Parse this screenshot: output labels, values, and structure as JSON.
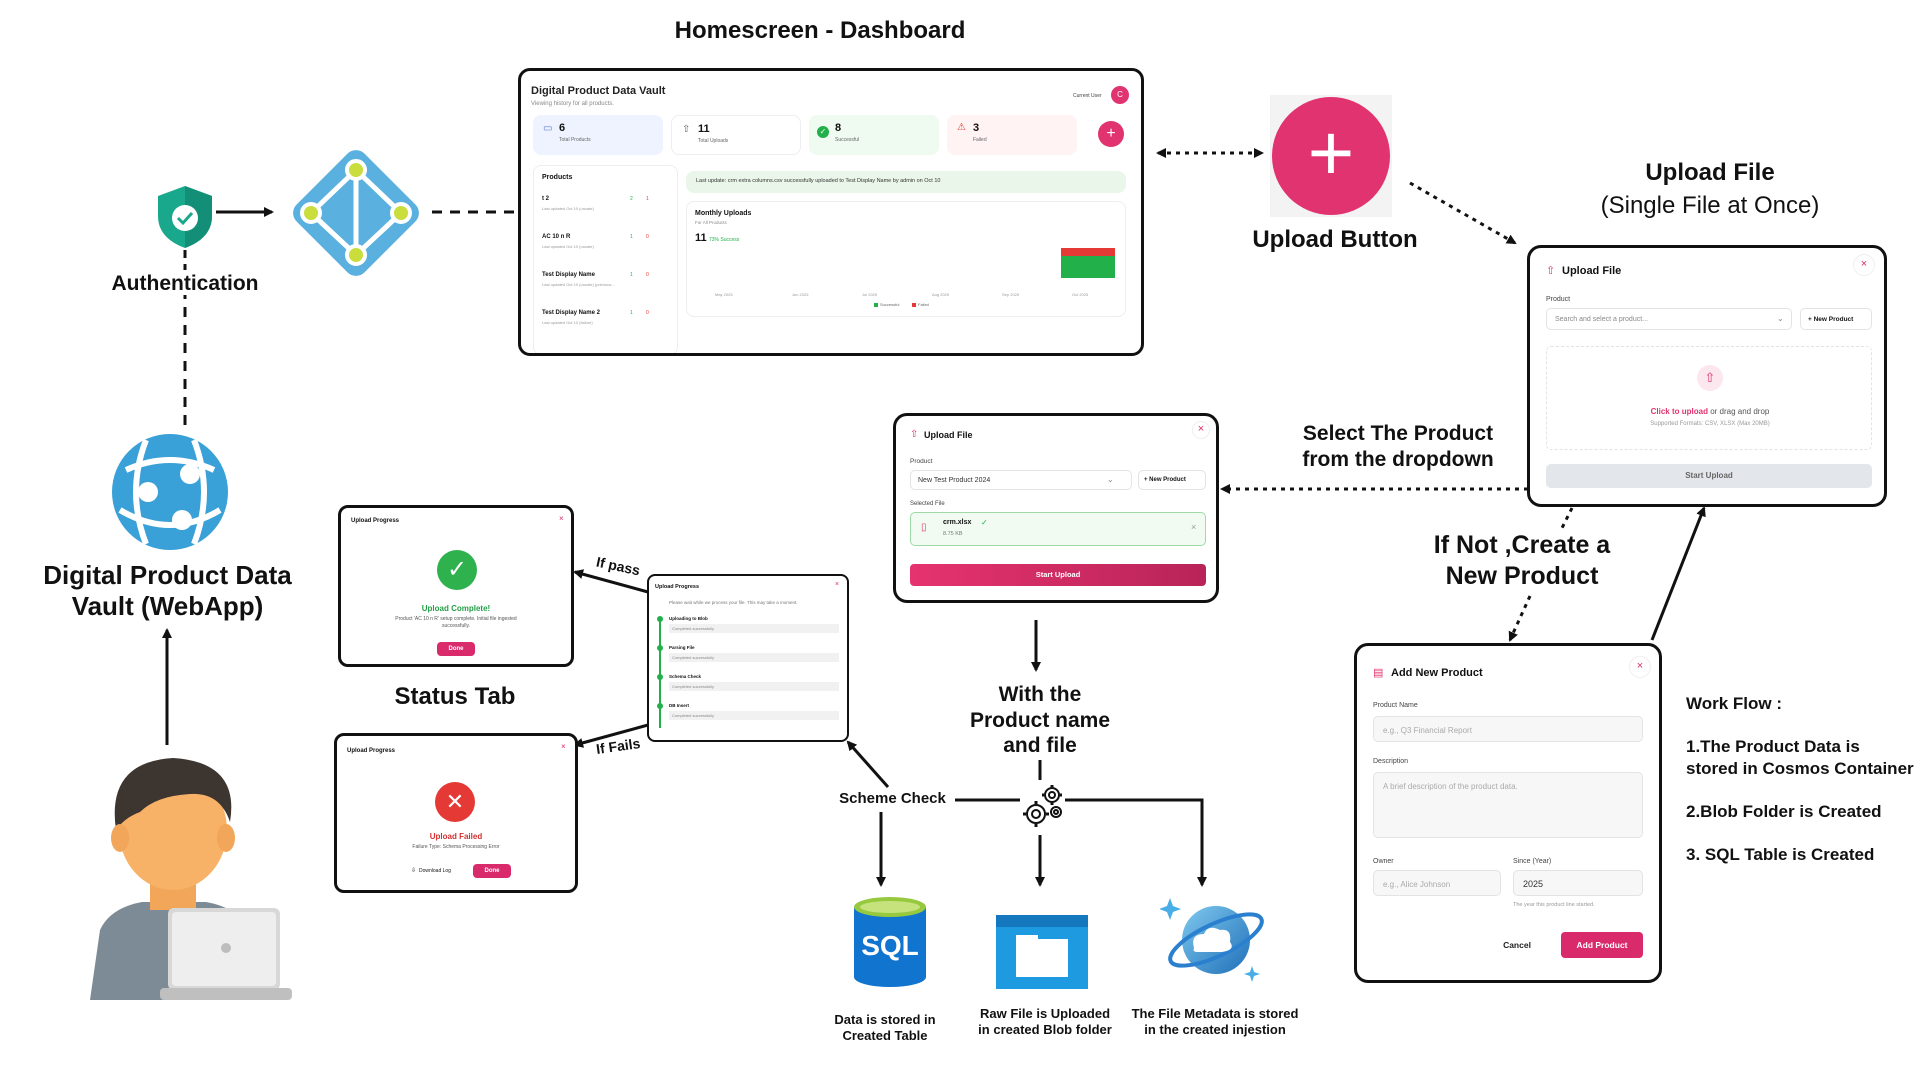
{
  "titles": {
    "dashboard": "Homescreen - Dashboard",
    "upload_button": "Upload Button",
    "upload_file_1": "Upload File",
    "upload_file_2": "(Single File at Once)",
    "authentication": "Authentication",
    "webapp_1": "Digital Product Data",
    "webapp_2": "Vault (WebApp)",
    "status_tab": "Status Tab",
    "select_product_1": "Select The Product",
    "select_product_2": "from the dropdown",
    "create_product_1": "If Not ,Create a",
    "create_product_2": "New Product",
    "with_product_1": "With the",
    "with_product_2": "Product name",
    "with_product_3": "and file",
    "scheme_check": "Scheme Check",
    "if_pass": "If pass",
    "if_fails": "If Fails",
    "sql_caption_1": "Data is stored in",
    "sql_caption_2": "Created Table",
    "blob_caption_1": "Raw File is Uploaded",
    "blob_caption_2": "in created Blob folder",
    "cosmos_caption_1": "The File Metadata is stored",
    "cosmos_caption_2": "in the created injestion"
  },
  "workflow": {
    "heading": "Work Flow :",
    "step1": "1.The Product Data is stored in Cosmos Container",
    "step2": "2.Blob Folder is Created",
    "step3": "3. SQL Table is Created"
  },
  "dashboard": {
    "app_title": "Digital Product Data Vault",
    "subtitle": "Viewing history for all products.",
    "current_user": "Current User",
    "avatar": "C",
    "stats": [
      {
        "value": "6",
        "label": "Total Products"
      },
      {
        "value": "11",
        "label": "Total Uploads"
      },
      {
        "value": "8",
        "label": "Successful"
      },
      {
        "value": "3",
        "label": "Failed"
      }
    ],
    "products_heading": "Products",
    "products": [
      {
        "name": "t 2",
        "meta": "Last updated Oct 10 (uncate)",
        "ok": "2",
        "fail": "1"
      },
      {
        "name": "AC 10 n R",
        "meta": "Last updated Oct 10 (uncate)",
        "ok": "1",
        "fail": "0"
      },
      {
        "name": "Test Display Name",
        "meta": "Last updated Oct 10 (uncate) (previous...",
        "ok": "1",
        "fail": "0"
      },
      {
        "name": "Test Display Name 2",
        "meta": "Last updated Oct 10 (failure)",
        "ok": "1",
        "fail": "0"
      }
    ],
    "last_update": "Last update: crm extra columns.csv successfully uploaded to Test Display Name by admin on Oct 10",
    "monthly_title": "Monthly Uploads",
    "monthly_sub": "For All Products",
    "monthly_total": "11",
    "monthly_success": "73% Success",
    "months": [
      "May 2025",
      "Jun 2025",
      "Jul 2025",
      "Aug 2025",
      "Sep 2025",
      "Oct 2025"
    ],
    "legend_success": "Successful",
    "legend_failed": "Failed",
    "plus": "+"
  },
  "upload_modal": {
    "title": "Upload File",
    "product_label": "Product",
    "product_placeholder": "Search and select a product...",
    "new_product": "+ New Product",
    "drop_click": "Click to upload",
    "drop_rest": "or drag and drop",
    "drop_formats": "Supported Formats: CSV, XLSX (Max 20MB)",
    "start": "Start Upload",
    "close": "×"
  },
  "upload_selected": {
    "title": "Upload File",
    "product_label": "Product",
    "product_value": "New Test Product 2024",
    "new_product": "+ New Product",
    "selected_label": "Selected File",
    "file_name": "crm.xlsx",
    "file_size": "8.75 KB",
    "start": "Start Upload",
    "close": "×"
  },
  "progress": {
    "title": "Upload Progress",
    "message": "Please wait while we process your file. This may take a moment.",
    "steps": [
      {
        "name": "Uploading to Blob",
        "status": "Completed successfully"
      },
      {
        "name": "Parsing File",
        "status": "Completed successfully"
      },
      {
        "name": "Schema Check",
        "status": "Completed successfully"
      },
      {
        "name": "DB Insert",
        "status": "Completed successfully"
      }
    ],
    "close": "×"
  },
  "success_modal": {
    "title": "Upload Progress",
    "heading": "Upload Complete!",
    "message_1": "Product 'AC 10 n R' setup complete. Initial file ingested",
    "message_2": "successfully.",
    "done": "Done",
    "check": "✓",
    "close": "×"
  },
  "fail_modal": {
    "title": "Upload Progress",
    "heading": "Upload Failed",
    "message": "Failure Type: Schema Processing Error",
    "download": "Download Log",
    "done": "Done",
    "x": "✕",
    "close": "×"
  },
  "add_product": {
    "title": "Add New Product",
    "name_label": "Product Name",
    "name_placeholder": "e.g., Q3 Financial Report",
    "desc_label": "Description",
    "desc_placeholder": "A brief description of the product data.",
    "owner_label": "Owner",
    "owner_placeholder": "e.g., Alice Johnson",
    "since_label": "Since (Year)",
    "since_value": "2025",
    "since_hint": "The year this product line started.",
    "cancel": "Cancel",
    "add": "Add Product",
    "close": "×"
  },
  "icons": {
    "sql_text": "SQL"
  },
  "colors": {
    "accent": "#e0336f",
    "azure": "#5ab0de",
    "success": "#22b04b",
    "danger": "#e53935",
    "shield": "#1aa88c"
  }
}
